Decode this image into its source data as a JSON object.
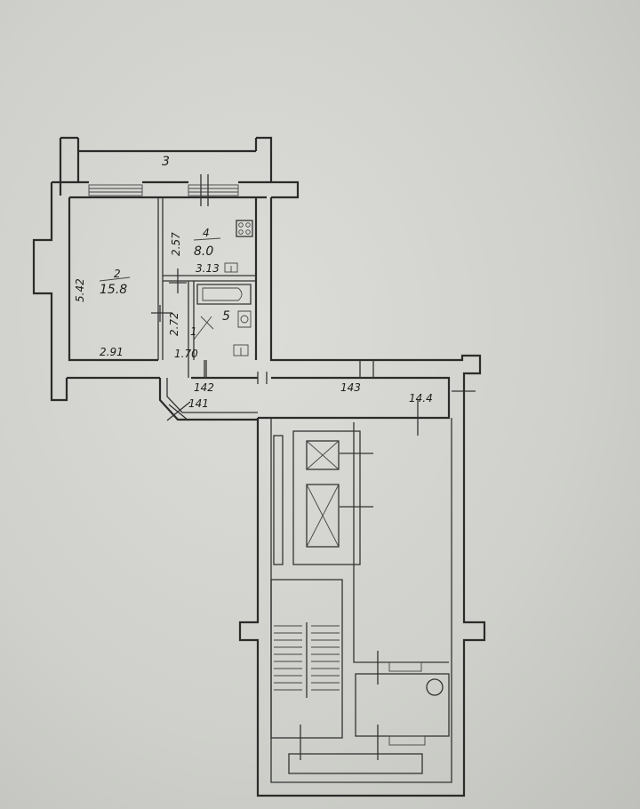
{
  "plan": {
    "ink_color": "#2b2b2b",
    "paper_color": "#d4d5d0",
    "labels": {
      "room_3": "3",
      "room_2_num": "2",
      "room_2_area": "15.8",
      "room_4_num": "4",
      "room_4_area": "8.0",
      "dim_542": "5.42",
      "dim_257": "2.57",
      "dim_313": "3.13",
      "dim_272": "2.72",
      "room_1": "1",
      "room_5": "5",
      "dim_291": "2.91",
      "dim_170": "1.70",
      "unit_142": "142",
      "unit_141": "141",
      "unit_143": "143",
      "unit_144": "14.4"
    }
  }
}
